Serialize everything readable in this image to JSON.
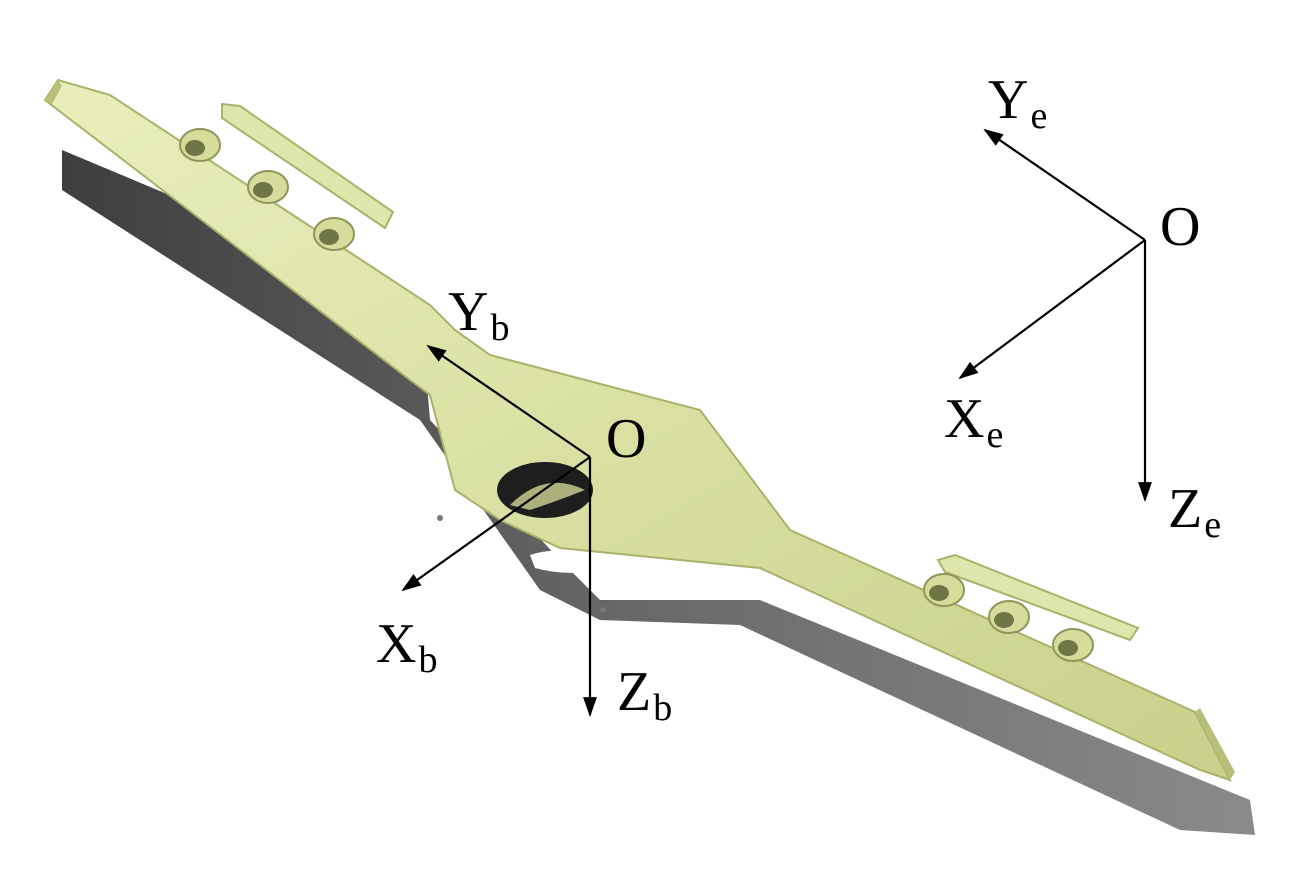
{
  "diagram": {
    "body_frame": {
      "origin": "O",
      "x_axis": {
        "base": "X",
        "subscript": "b"
      },
      "y_axis": {
        "base": "Y",
        "subscript": "b"
      },
      "z_axis": {
        "base": "Z",
        "subscript": "b"
      }
    },
    "earth_frame": {
      "origin": "O",
      "x_axis": {
        "base": "X",
        "subscript": "e"
      },
      "y_axis": {
        "base": "Y",
        "subscript": "e"
      },
      "z_axis": {
        "base": "Z",
        "subscript": "e"
      }
    },
    "colors": {
      "body_fill": "#dfe6ac",
      "body_edge": "#a9b16a",
      "shadow": "#5f5f5f",
      "axis": "#000000"
    }
  }
}
